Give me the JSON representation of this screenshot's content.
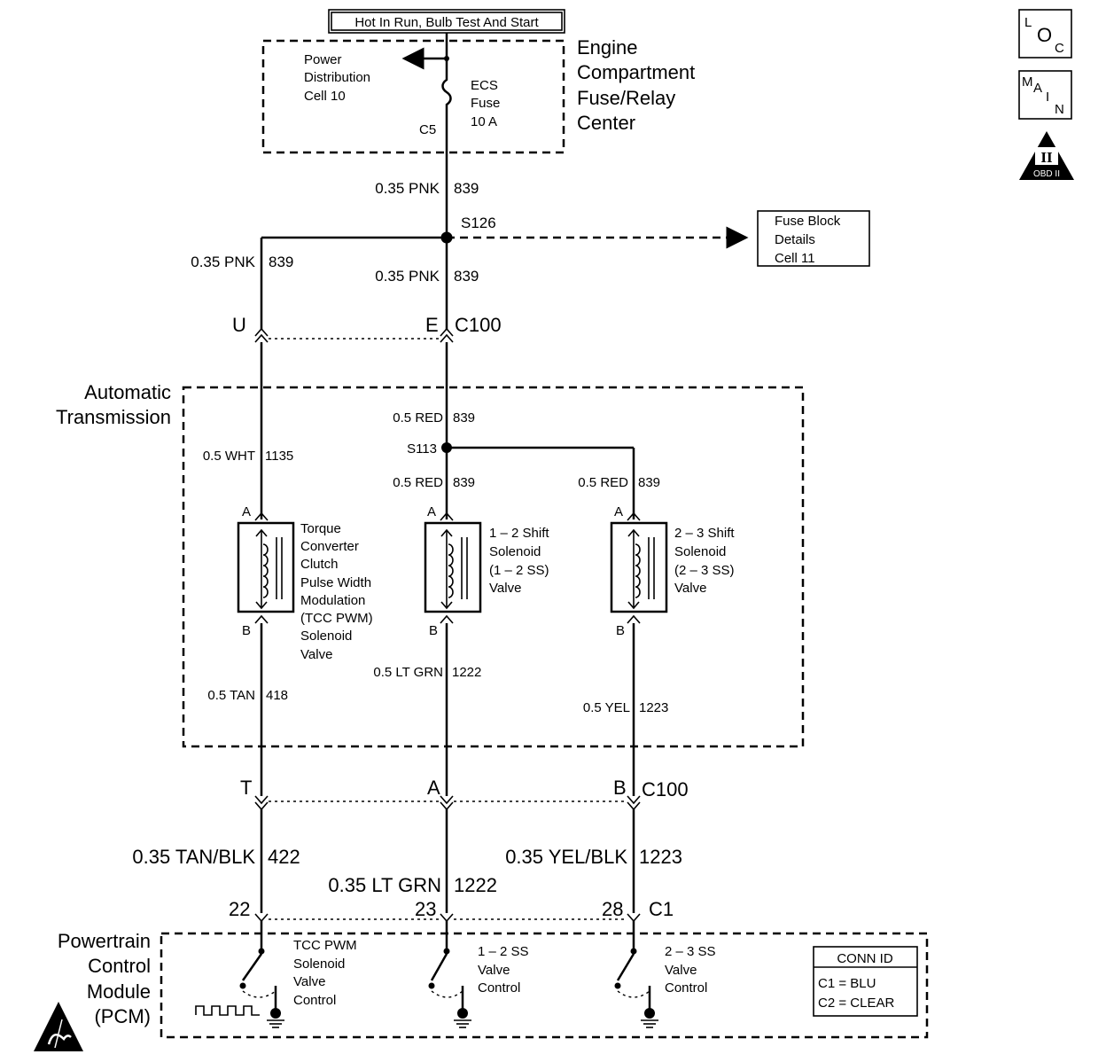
{
  "header_box": "Hot In Run, Bulb Test And Start",
  "fuse_center": {
    "title": [
      "Engine",
      "Compartment",
      "Fuse/Relay",
      "Center"
    ],
    "power_dist": [
      "Power",
      "Distribution",
      "Cell 10"
    ],
    "fuse": [
      "ECS",
      "Fuse",
      "10 A"
    ],
    "connector": "C5"
  },
  "icons": {
    "loc": [
      "L",
      "O",
      "C"
    ],
    "main": [
      "M",
      "A",
      "I",
      "N"
    ],
    "obd": [
      "II",
      "OBD II"
    ]
  },
  "wires_top": {
    "w1": "0.35 PNK",
    "w1_num": "839",
    "splice": "S126",
    "left": "0.35 PNK",
    "left_num": "839",
    "center": "0.35 PNK",
    "center_num": "839"
  },
  "fuse_block": [
    "Fuse Block",
    "Details",
    "Cell 11"
  ],
  "c100_top": {
    "pin_left": "U",
    "pin_center": "E",
    "conn": "C100"
  },
  "transmission": {
    "title": [
      "Automatic",
      "Transmission"
    ],
    "wht": "0.5 WHT",
    "wht_num": "1135",
    "red_top": "0.5 RED",
    "red_top_num": "839",
    "splice": "S113",
    "red_mid": "0.5 RED",
    "red_mid_num": "839",
    "red_right": "0.5 RED",
    "red_right_num": "839",
    "pin_a": "A",
    "pin_b": "B",
    "tcc": [
      "Torque",
      "Converter",
      "Clutch",
      "Pulse Width",
      "Modulation",
      "(TCC PWM)",
      "Solenoid",
      "Valve"
    ],
    "s12": [
      "1 – 2 Shift",
      "Solenoid",
      "(1 – 2 SS)",
      "Valve"
    ],
    "s23": [
      "2 – 3 Shift",
      "Solenoid",
      "(2 – 3 SS)",
      "Valve"
    ],
    "tan": "0.5 TAN",
    "tan_num": "418",
    "ltgrn": "0.5 LT GRN",
    "ltgrn_num": "1222",
    "yel": "0.5 YEL",
    "yel_num": "1223"
  },
  "c100_bottom": {
    "pin_left": "T",
    "pin_center": "A",
    "pin_right": "B",
    "conn": "C100"
  },
  "wires_bottom": {
    "tanblk": "0.35 TAN/BLK",
    "tanblk_num": "422",
    "ltgrn": "0.35 LT GRN",
    "ltgrn_num": "1222",
    "yelblk": "0.35 YEL/BLK",
    "yelblk_num": "1223"
  },
  "pcm_pins": {
    "p1": "22",
    "p2": "23",
    "p3": "28",
    "conn": "C1"
  },
  "pcm": {
    "title": [
      "Powertrain",
      "Control",
      "Module",
      "(PCM)"
    ],
    "tcc_ctrl": [
      "TCC PWM",
      "Solenoid",
      "Valve",
      "Control"
    ],
    "ss12_ctrl": [
      "1 – 2 SS",
      "Valve",
      "Control"
    ],
    "ss23_ctrl": [
      "2 – 3 SS",
      "Valve",
      "Control"
    ]
  },
  "conn_id": {
    "title": "CONN ID",
    "c1": "C1 = BLU",
    "c2": "C2 = CLEAR"
  }
}
